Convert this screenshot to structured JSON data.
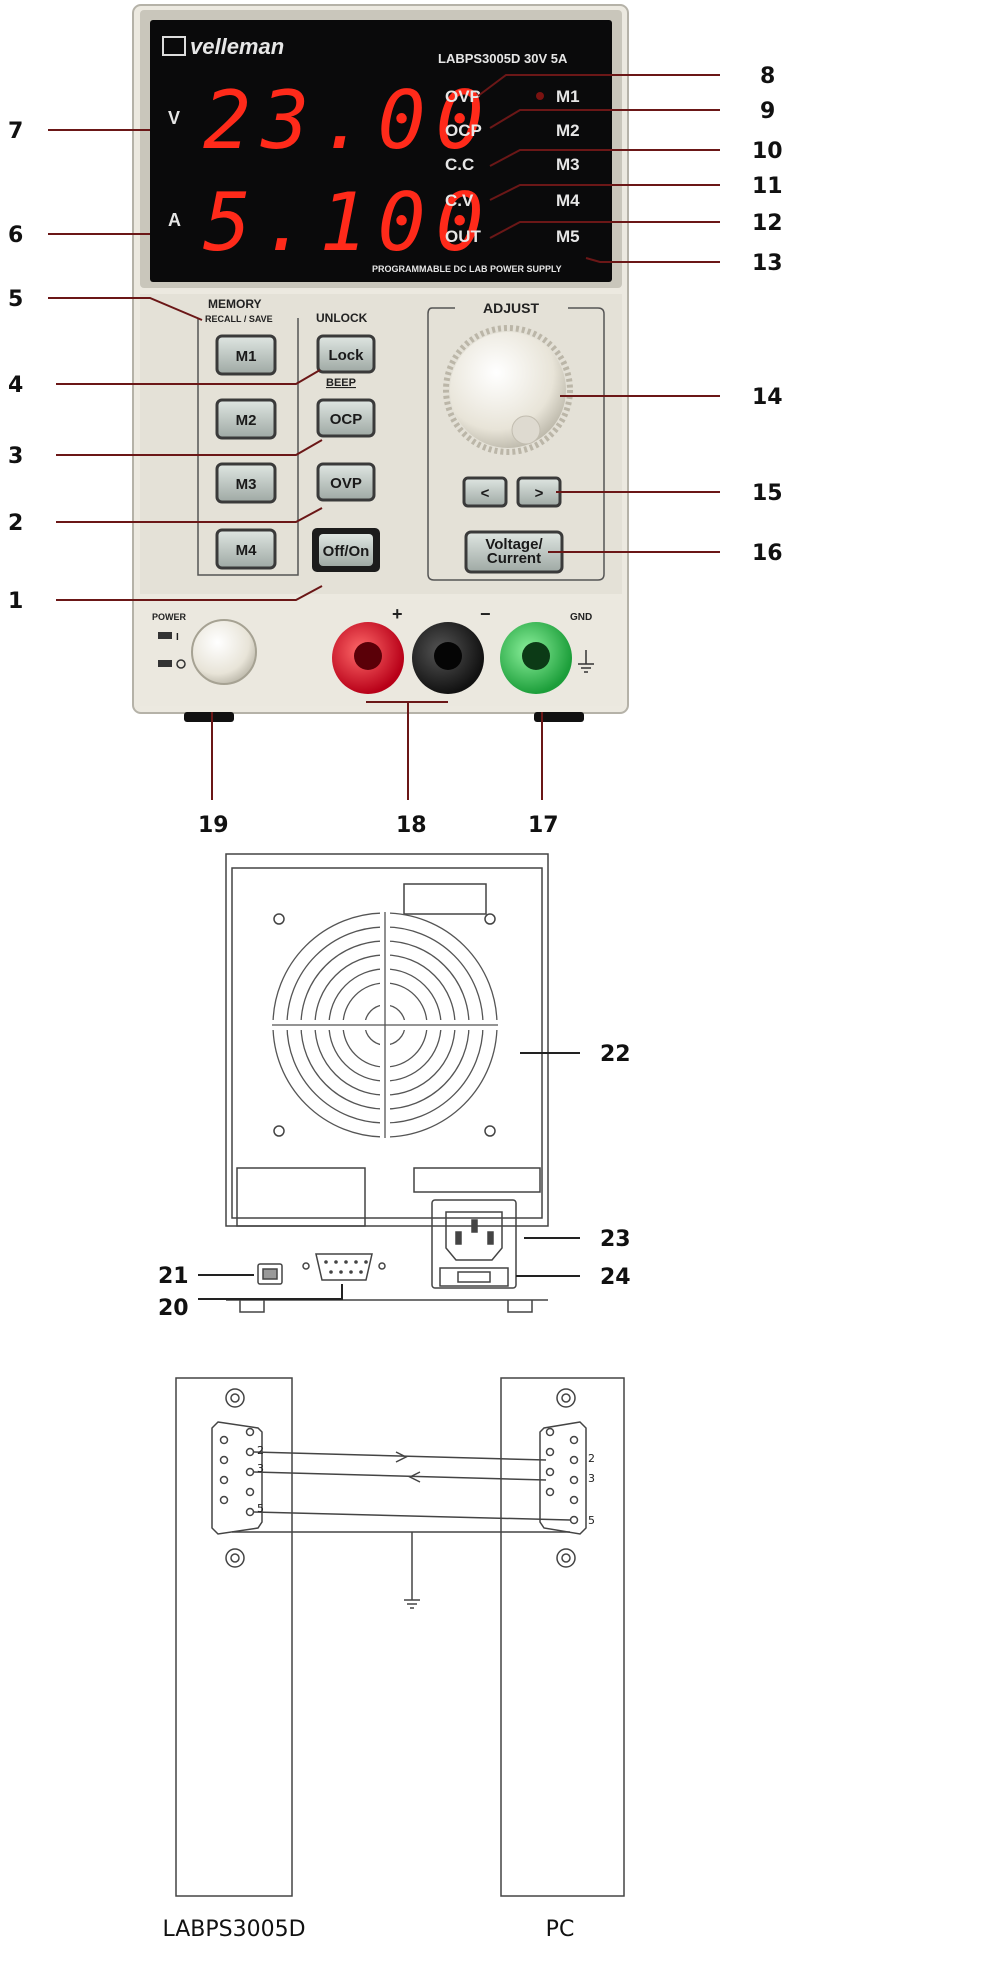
{
  "front": {
    "brand": "velleman",
    "model": "LABPS3005D  30V 5A",
    "voltage_label": "V",
    "current_label": "A",
    "voltage_value": "23.00",
    "current_value": "5.100",
    "indicators": [
      "OVP",
      "OCP",
      "C.C",
      "C.V",
      "OUT"
    ],
    "memories": [
      "M1",
      "M2",
      "M3",
      "M4",
      "M5"
    ],
    "subtitle": "PROGRAMMABLE DC LAB POWER SUPPLY",
    "memory_title": "MEMORY",
    "memory_sub": "RECALL / SAVE",
    "unlock_label": "UNLOCK",
    "beep_label": "BEEP",
    "adjust_label": "ADJUST",
    "power_label": "POWER",
    "gnd_label": "GND",
    "plus_label": "+",
    "minus_label": "−",
    "buttons": {
      "m1": "M1",
      "m2": "M2",
      "m3": "M3",
      "m4": "M4",
      "lock": "Lock",
      "ocp": "OCP",
      "ovp": "OVP",
      "onoff": "Off/On",
      "left": "<",
      "right": ">",
      "voltage": "Voltage/",
      "current": "Current"
    }
  },
  "callouts": {
    "n1": "1",
    "n2": "2",
    "n3": "3",
    "n4": "4",
    "n5": "5",
    "n6": "6",
    "n7": "7",
    "n8": "8",
    "n9": "9",
    "n10": "10",
    "n11": "11",
    "n12": "12",
    "n13": "13",
    "n14": "14",
    "n15": "15",
    "n16": "16",
    "n17": "17",
    "n18": "18",
    "n19": "19",
    "n20": "20",
    "n21": "21",
    "n22": "22",
    "n23": "23",
    "n24": "24"
  },
  "rs232": {
    "left_label": "LABPS3005D",
    "right_label": "PC",
    "pins": [
      "2",
      "3",
      "5"
    ]
  }
}
